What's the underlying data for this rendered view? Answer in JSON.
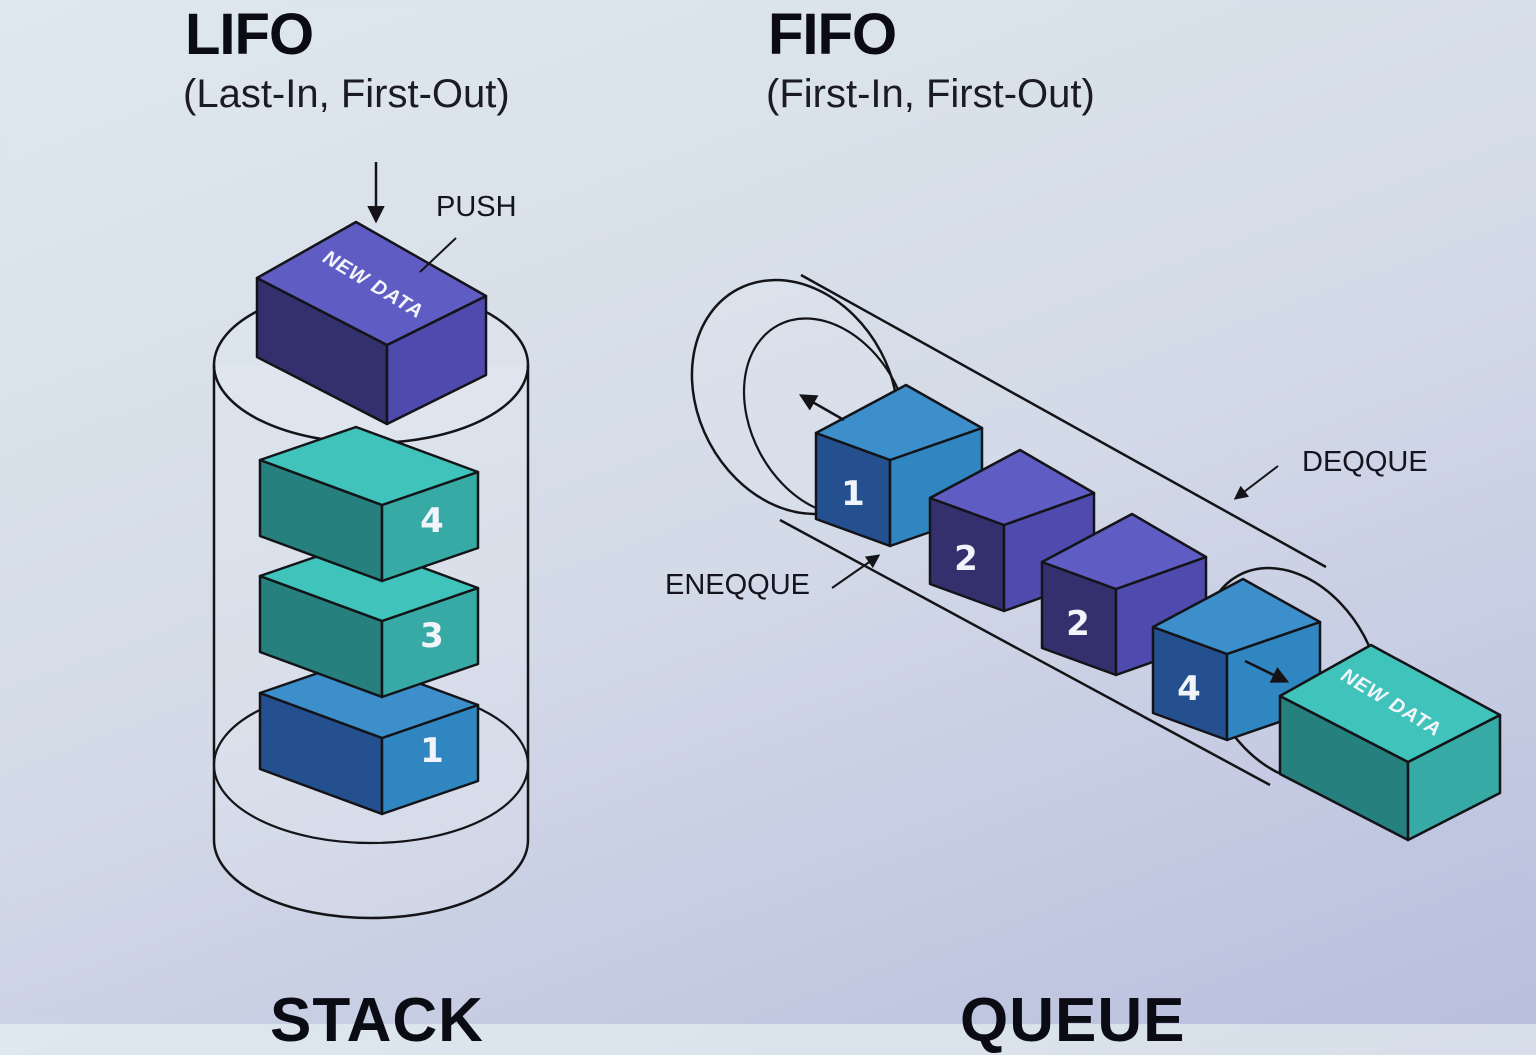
{
  "lifo": {
    "title": "LIFO",
    "subtitle": "(Last-In, First-Out)",
    "push_label": "PUSH",
    "new_block_label": "NEW DATA",
    "blocks": [
      "4",
      "3",
      "1"
    ],
    "footer": "STACK"
  },
  "fifo": {
    "title": "FIFO",
    "subtitle": "(First-In, First-Out)",
    "dequeue_label": "DEQQUE",
    "enqueue_label": "ENEQQUE",
    "new_block_label": "NEW DATA",
    "blocks": [
      "1",
      "2",
      "2",
      "4"
    ],
    "footer": "QUEUE"
  },
  "colors": {
    "purple": "#5c5bbf",
    "teal": "#3bb8b2",
    "blue": "#2f86c0",
    "outline": "#141418"
  }
}
